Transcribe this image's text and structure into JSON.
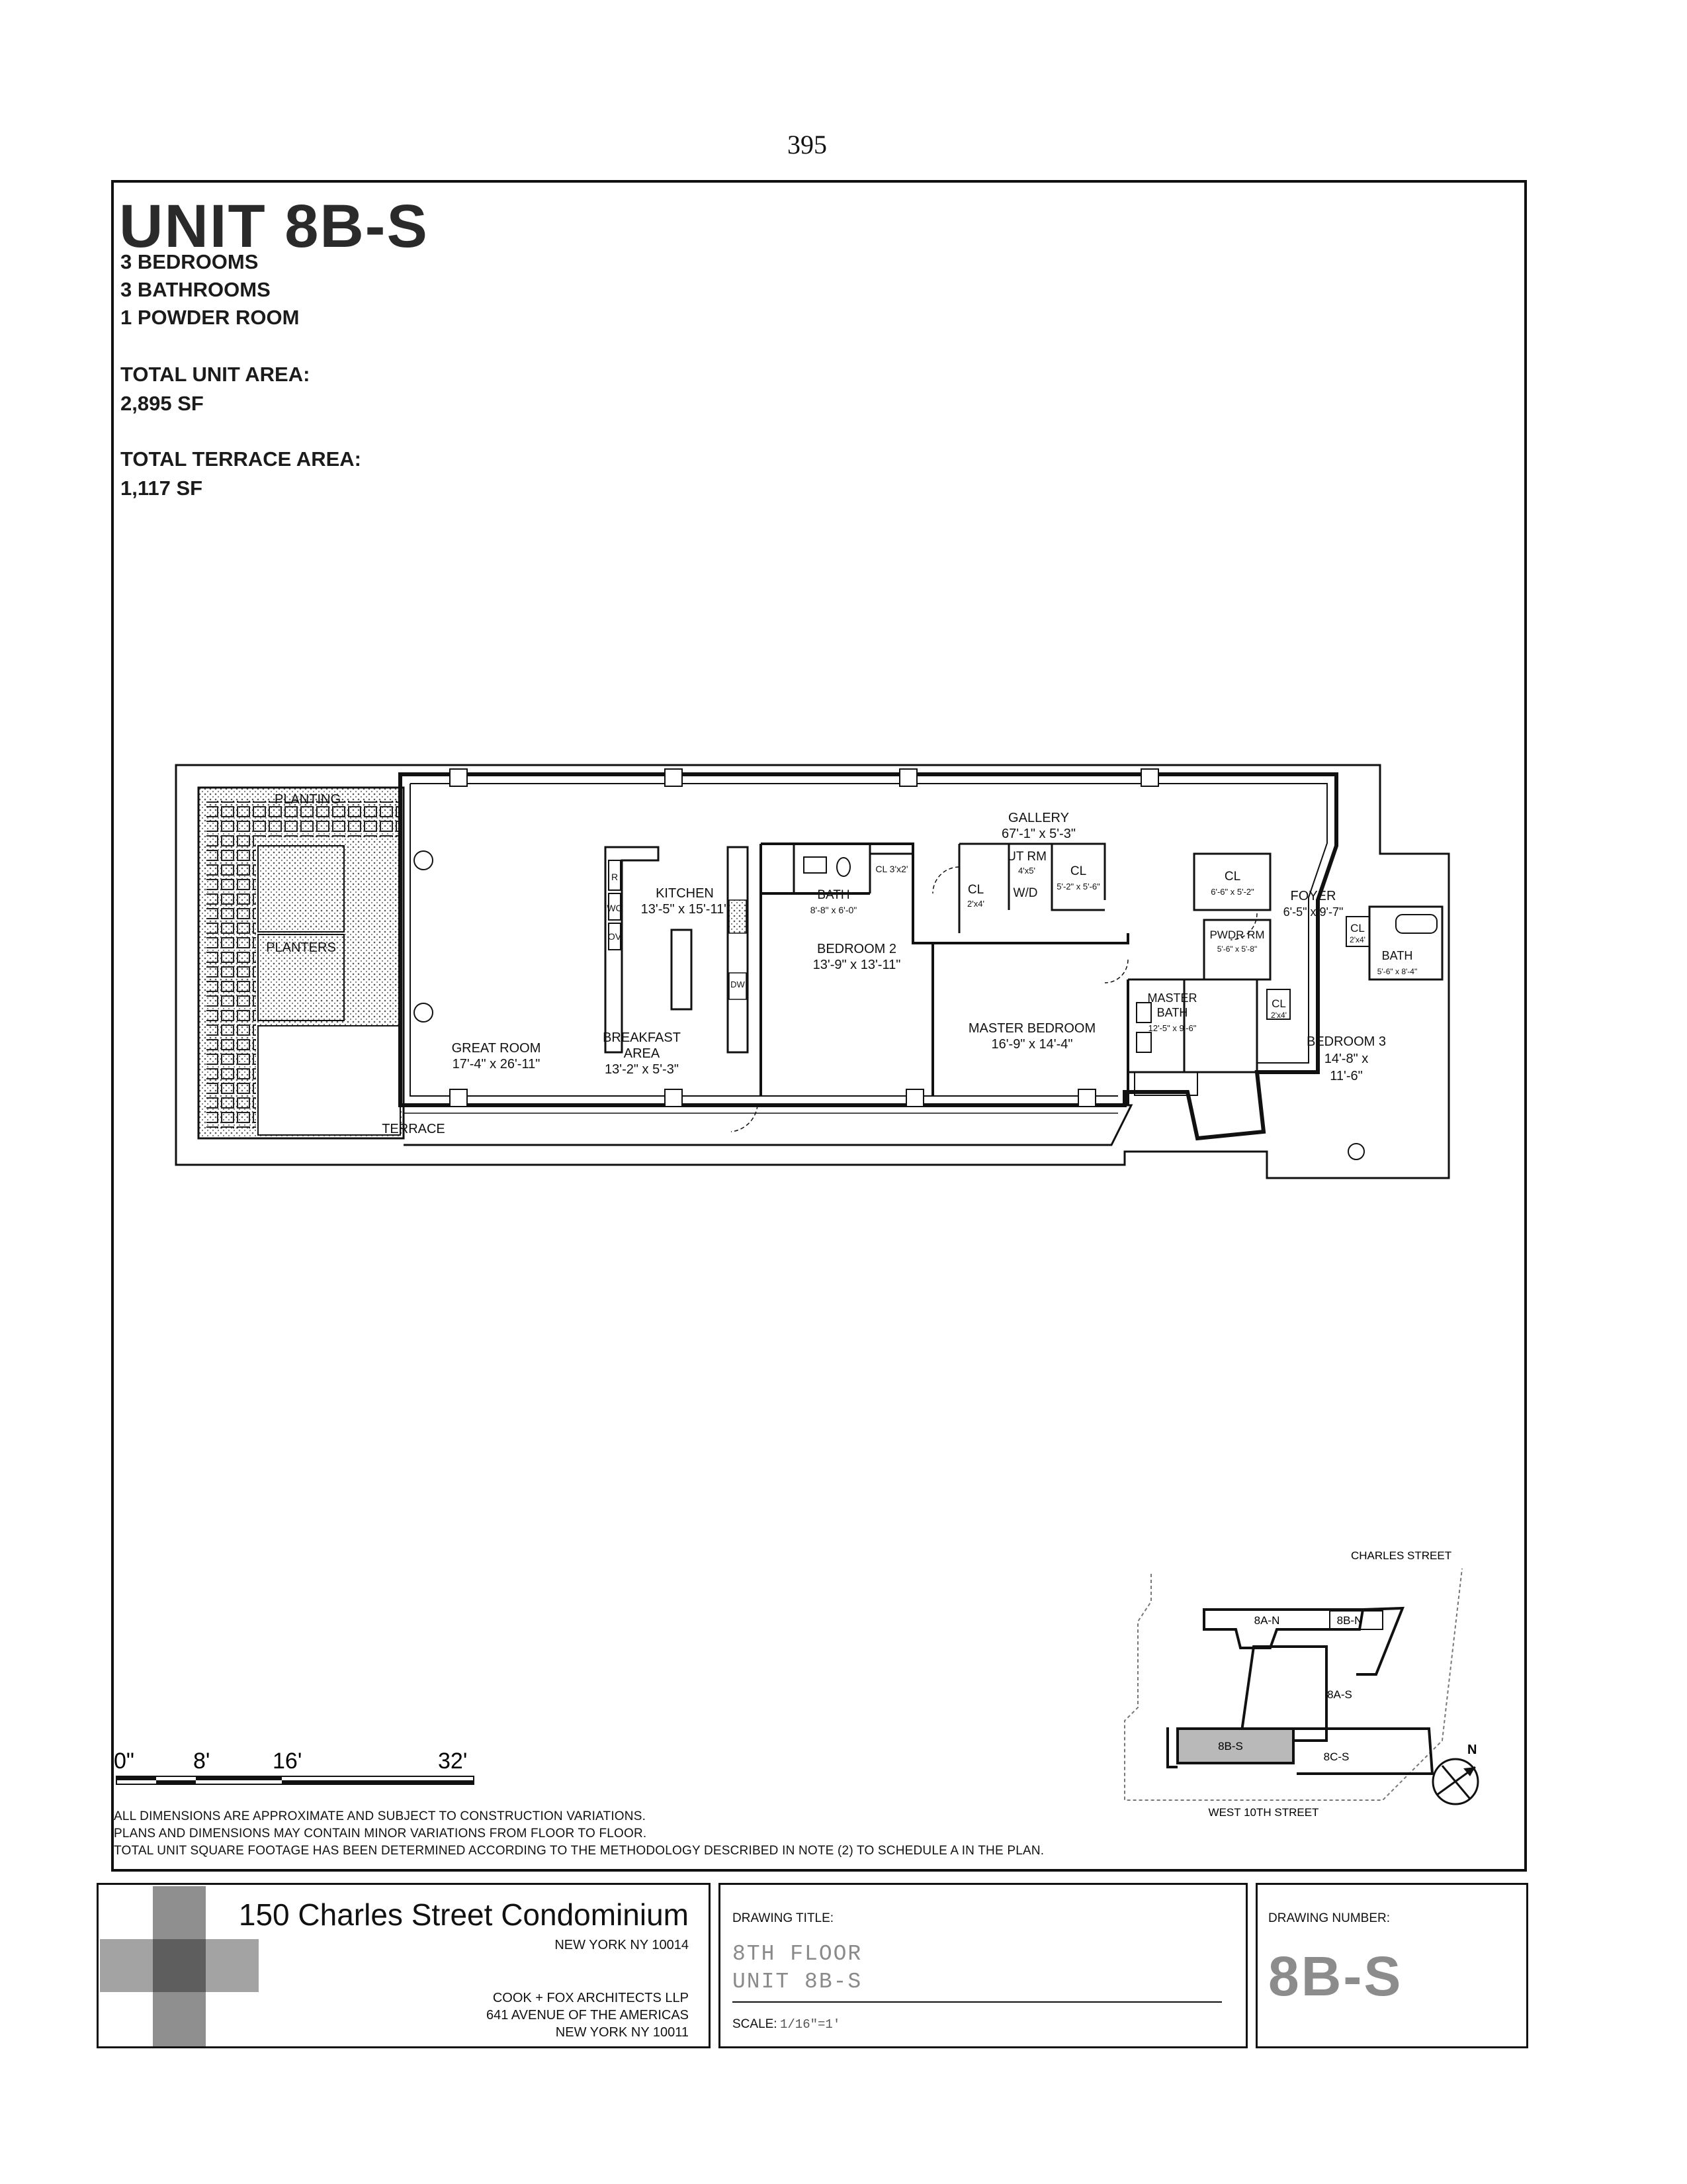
{
  "page_number": "395",
  "unit": {
    "title": "UNIT 8B-S",
    "bedrooms": "3 BEDROOMS",
    "bathrooms": "3 BATHROOMS",
    "powder": "1 POWDER ROOM",
    "area_label": "TOTAL UNIT AREA:",
    "area_value": "2,895 SF",
    "terrace_label": "TOTAL TERRACE AREA:",
    "terrace_value": "1,117 SF"
  },
  "rooms": {
    "planting": "PLANTING",
    "planters": "PLANTERS",
    "terrace": "TERRACE",
    "great_room": "GREAT ROOM",
    "great_room_dim": "17'-4\" x 26'-11\"",
    "breakfast_1": "BREAKFAST",
    "breakfast_2": "AREA",
    "breakfast_dim": "13'-2\" x 5'-3\"",
    "kitchen": "KITCHEN",
    "kitchen_dim": "13'-5\" x 15'-11\"",
    "fixture_r": "R",
    "fixture_wc": "WC",
    "fixture_ov": "OV",
    "fixture_dw": "DW",
    "bath1": "BATH",
    "bath1_dim": "8'-8\" x 6'-0\"",
    "cl_3x2": "CL 3'x2'",
    "bedroom2": "BEDROOM 2",
    "bedroom2_dim": "13'-9\" x 13'-11\"",
    "gallery": "GALLERY",
    "gallery_dim": "67'-1\" x 5'-3\"",
    "cl_2x4": "CL",
    "cl_2x4_dim": "2'x4'",
    "ut_rm": "UT RM",
    "ut_rm_dim": "4'x5'",
    "wd": "W/D",
    "cl_5x5": "CL",
    "cl_5x5_dim": "5'-2\" x 5'-6\"",
    "master_bedroom": "MASTER BEDROOM",
    "master_bedroom_dim": "16'-9\" x 14'-4\"",
    "cl_6x5": "CL",
    "cl_6x5_dim": "6'-6\" x 5'-2\"",
    "foyer": "FOYER",
    "foyer_dim": "6'-5\" x 9'-7\"",
    "pwdr_rm": "PWDR RM",
    "pwdr_dim": "5'-6\" x 5'-8\"",
    "master_bath_1": "MASTER",
    "master_bath_2": "BATH",
    "master_bath_dim": "12'-5\" x 9'-6\"",
    "cl_mb": "CL",
    "cl_mb_dim": "2'x4'",
    "cl_foyer": "CL",
    "cl_foyer_dim": "2'x4'",
    "bath3": "BATH",
    "bath3_dim": "5'-6\" x 8'-4\"",
    "bedroom3": "BEDROOM 3",
    "bedroom3_dim1": "14'-8\" x",
    "bedroom3_dim2": "11'-6\""
  },
  "key_plan": {
    "north_street": "CHARLES STREET",
    "south_street": "WEST 10TH STREET",
    "units": [
      "8A-N",
      "8B-N",
      "8A-S",
      "8B-S",
      "8C-S"
    ],
    "north": "N",
    "highlight_color": "#b9b9b9"
  },
  "scale": {
    "ticks": [
      "0\"",
      "8'",
      "16'",
      "32'"
    ]
  },
  "notes": [
    "ALL DIMENSIONS ARE APPROXIMATE AND SUBJECT TO CONSTRUCTION VARIATIONS.",
    "PLANS AND DIMENSIONS MAY CONTAIN MINOR VARIATIONS FROM FLOOR TO FLOOR.",
    "TOTAL UNIT SQUARE FOOTAGE HAS BEEN DETERMINED ACCORDING TO THE METHODOLOGY DESCRIBED IN NOTE (2) TO SCHEDULE A IN THE PLAN."
  ],
  "title_block": {
    "project": "150 Charles Street Condominium",
    "project_city": "NEW YORK NY 10014",
    "architect": "COOK + FOX ARCHITECTS LLP",
    "architect_address": "641 AVENUE OF THE AMERICAS",
    "architect_city": "NEW YORK NY 10011",
    "drawing_title_label": "DRAWING TITLE:",
    "drawing_title_1": "8TH FLOOR",
    "drawing_title_2": "UNIT 8B-S",
    "scale_label": "SCALE:",
    "scale_value": "1/16\"=1'",
    "drawing_number_label": "DRAWING NUMBER:",
    "drawing_number": "8B-S"
  }
}
